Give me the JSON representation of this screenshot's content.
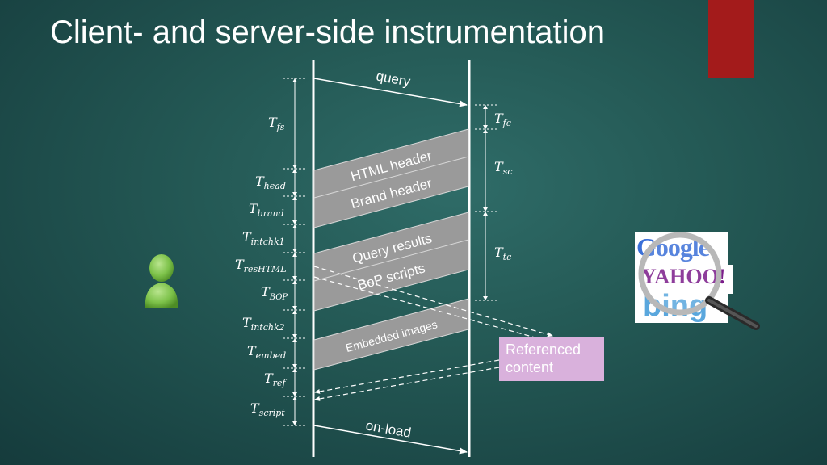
{
  "slide": {
    "title": "Client- and server-side instrumentation"
  },
  "messages": {
    "query": "query",
    "onload": "on-load"
  },
  "bands": [
    {
      "label": "HTML header"
    },
    {
      "label": "Brand header"
    },
    {
      "label": "Query results"
    },
    {
      "label": "BoP scripts"
    },
    {
      "label": "Embedded images"
    }
  ],
  "left_labels": {
    "fs": {
      "base": "T",
      "sub": "fs"
    },
    "head": {
      "base": "T",
      "sub": "head"
    },
    "brand": {
      "base": "T",
      "sub": "brand"
    },
    "intchk1": {
      "base": "T",
      "sub": "intchk1"
    },
    "reshtml": {
      "base": "T",
      "sub": "resHTML"
    },
    "bop": {
      "base": "T",
      "sub": "BOP"
    },
    "intchk2": {
      "base": "T",
      "sub": "intchk2"
    },
    "embed": {
      "base": "T",
      "sub": "embed"
    },
    "ref": {
      "base": "T",
      "sub": "ref"
    },
    "script": {
      "base": "T",
      "sub": "script"
    }
  },
  "right_labels": {
    "fc": {
      "base": "T",
      "sub": "fc"
    },
    "sc": {
      "base": "T",
      "sub": "sc"
    },
    "tc": {
      "base": "T",
      "sub": "tc"
    }
  },
  "referenced_content": "Referenced content",
  "logos": {
    "google": "Google",
    "yahoo": "YAHOO!",
    "bing": "bing"
  },
  "colors": {
    "accent": "#a31b1b",
    "band": "#9a9a9a",
    "ref_box": "#d9b1dc",
    "user": "#7dc24a"
  }
}
